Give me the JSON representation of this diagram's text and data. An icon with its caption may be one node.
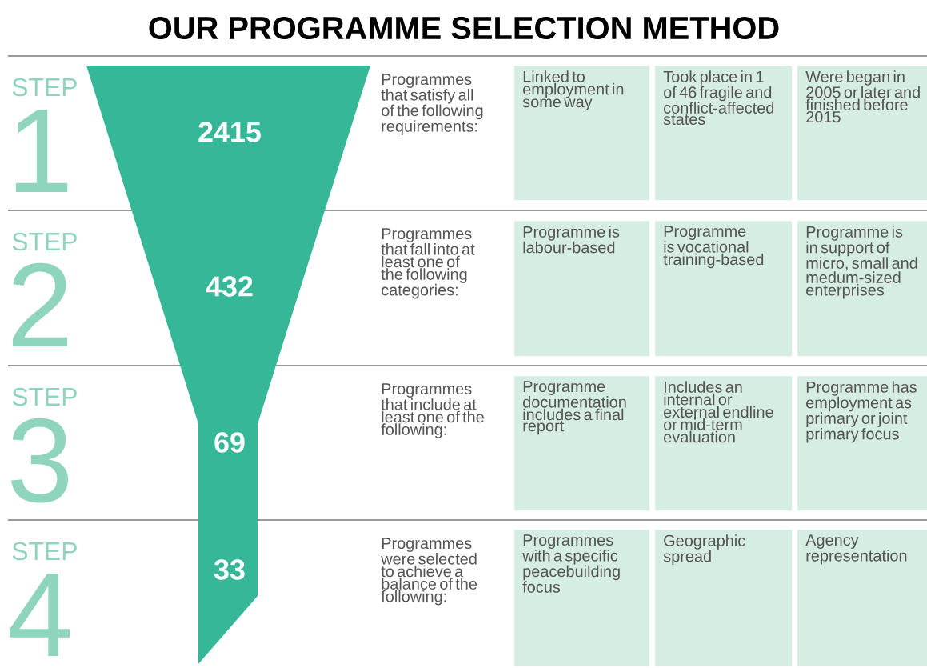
{
  "diagram": {
    "title": "OUR PROGRAMME SELECTION METHOD",
    "nodes": [
      {
        "text": [
          "Linked to employment in some way"
        ]
      },
      {
        "text": [
          "Took place in 1 of 46 fragile and conflict-affected states"
        ]
      },
      {
        "text": [
          "Were began in 2005 or later and finished before 2015"
        ]
      },
      {
        "text": [
          "Programme is labour-based"
        ]
      },
      {
        "text": [
          "Programme is vocational training-based"
        ]
      },
      {
        "text": [
          "Programme is in support of micro, small and medum-sized enterprises"
        ]
      },
      {
        "text": [
          "Programme documentation includes a final report"
        ]
      },
      {
        "text": [
          "Includes an internal or external endline or mid-term evaluation"
        ]
      },
      {
        "text": [
          "Programme has employment as primary or joint primary focus"
        ]
      },
      {
        "text": [
          "Programmes with a specific peacebuilding focus"
        ]
      },
      {
        "text": [
          "Geographic spread"
        ]
      },
      {
        "text": [
          "Agency representation"
        ]
      }
    ],
    "labels": [
      "STEP",
      "1",
      "2415",
      "Programmes that satisfy all of the following requirements:",
      "STEP",
      "2",
      "432",
      "Programmes that fall into at least one of the following categories:",
      "STEP",
      "3",
      "69",
      "Programmes that include at least one of the following:",
      "STEP",
      "4",
      "33",
      "Programmes were selected to achieve a balance of the following:"
    ]
  }
}
